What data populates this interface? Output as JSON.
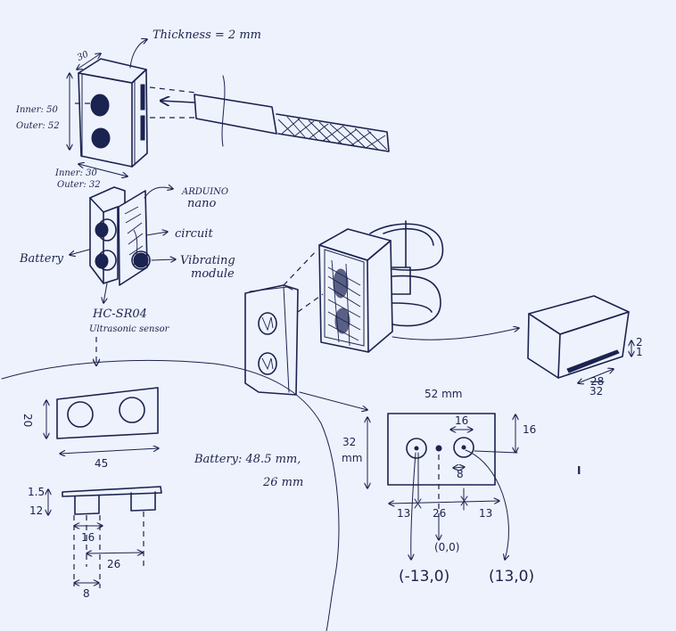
{
  "sheet": {
    "background": "#eef2fc",
    "ink": "#1b2350"
  },
  "enclosure_sketch": {
    "thickness_label": "Thickness = 2 mm",
    "depth_label": "30",
    "height_inner": "Inner: 50",
    "height_outer": "Outer: 52",
    "width_inner": "Inner: 30",
    "width_outer": "Outer: 32"
  },
  "exploded_view": {
    "labels": {
      "arduino_line1": "ARDUINO",
      "arduino_line2": "nano",
      "circuit": "circuit",
      "battery": "Battery",
      "vibrating_line1": "Vibrating",
      "vibrating_line2": "module",
      "sensor_line1": "HC-SR04",
      "sensor_line2": "Ultrasonic sensor"
    }
  },
  "sensor_top_view": {
    "height": "20",
    "width": "45"
  },
  "sensor_side_view": {
    "pcb_thickness": "1.5",
    "transducer_height": "12",
    "transducer_diameter": "16",
    "center_spacing": "26",
    "radius": "8"
  },
  "battery_note": {
    "line1": "Battery: 48.5 mm,",
    "line2": "26 mm"
  },
  "front_panel_drawing": {
    "width_label": "52 mm",
    "height_label_line1": "32",
    "height_label_line2": "mm",
    "hole_diameter": "16",
    "hole_radius": "8",
    "center_offset": "16",
    "left_margin": "13",
    "center_spacing": "26",
    "right_margin": "13",
    "origin": "(0,0)",
    "left_hole_coord": "(-13,0)",
    "right_hole_coord": "(13,0)"
  },
  "side_box_drawing": {
    "slot_dim_top": "2",
    "slot_dim_bottom": "1",
    "length_struck": "28",
    "length": "32"
  },
  "stray_mark": "I"
}
